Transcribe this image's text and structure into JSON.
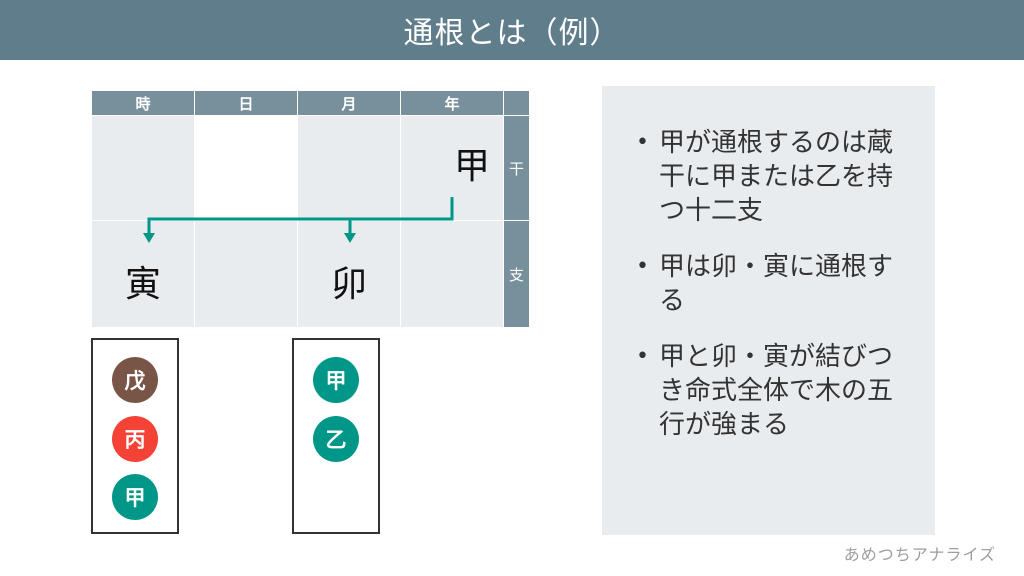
{
  "title": "通根とは（例）",
  "table": {
    "headers": [
      "時",
      "日",
      "月",
      "年"
    ],
    "row_labels": [
      "干",
      "支"
    ],
    "stems": [
      "",
      "",
      "",
      "甲"
    ],
    "branches": [
      "寅",
      "",
      "卯",
      ""
    ]
  },
  "hidden_stems": {
    "hour": [
      {
        "char": "戊",
        "color": "#795548"
      },
      {
        "char": "丙",
        "color": "#f44336"
      },
      {
        "char": "甲",
        "color": "#009688"
      }
    ],
    "month": [
      {
        "char": "甲",
        "color": "#009688"
      },
      {
        "char": "乙",
        "color": "#009688"
      }
    ]
  },
  "colors": {
    "title_bg": "#607d8b",
    "header_bg": "#78909c",
    "cell_bg": "#e9ecef",
    "arrow": "#009688"
  },
  "panel": {
    "bullets": [
      "甲が通根するのは蔵干に甲または乙を持つ十二支",
      "甲は卯・寅に通根する",
      "甲と卯・寅が結びつき命式全体で木の五行が強まる"
    ]
  },
  "footer": "あめつちアナライズ"
}
